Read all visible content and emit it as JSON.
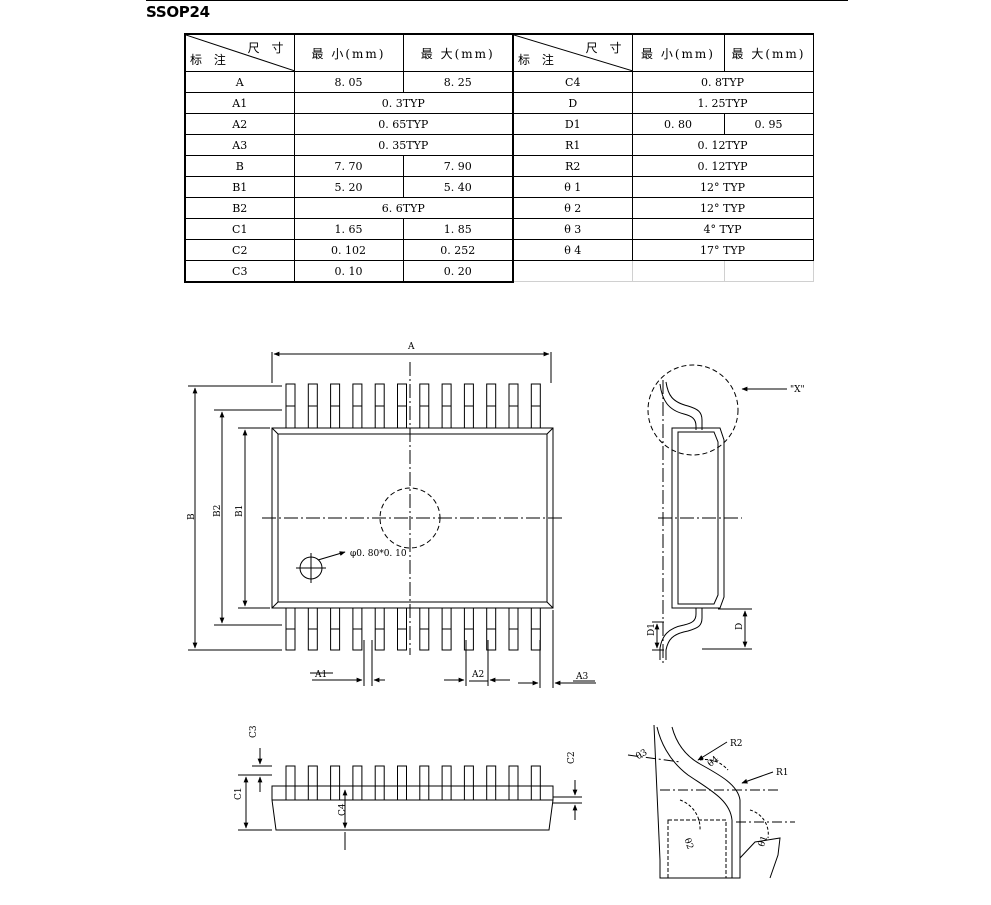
{
  "title": "SSOP24",
  "table": {
    "header": {
      "size": "尺 寸",
      "mark": "标 注",
      "min": "最 小(mm)",
      "max": "最 大(mm)"
    },
    "left_rows": [
      {
        "label": "A",
        "min": "8. 05",
        "max": "8. 25"
      },
      {
        "label": "A1",
        "span": "0. 3TYP"
      },
      {
        "label": "A2",
        "span": "0. 65TYP"
      },
      {
        "label": "A3",
        "span": "0. 35TYP"
      },
      {
        "label": "B",
        "min": "7. 70",
        "max": "7. 90"
      },
      {
        "label": "B1",
        "min": "5. 20",
        "max": "5. 40"
      },
      {
        "label": "B2",
        "span": "6. 6TYP"
      },
      {
        "label": "C1",
        "min": "1. 65",
        "max": "1. 85"
      },
      {
        "label": "C2",
        "min": "0. 102",
        "max": "0. 252"
      },
      {
        "label": "C3",
        "min": "0. 10",
        "max": "0. 20"
      }
    ],
    "right_rows": [
      {
        "label": "C4",
        "span": "0. 8TYP"
      },
      {
        "label": "D",
        "span": "1. 25TYP"
      },
      {
        "label": "D1",
        "min": "0. 80",
        "max": "0. 95"
      },
      {
        "label": "R1",
        "span": "0. 12TYP"
      },
      {
        "label": "R2",
        "span": "0. 12TYP"
      },
      {
        "label": "θ 1",
        "span": "12° TYP"
      },
      {
        "label": "θ 2",
        "span": "12° TYP"
      },
      {
        "label": "θ 3",
        "span": "4° TYP"
      },
      {
        "label": "θ 4",
        "span": "17° TYP"
      }
    ]
  },
  "drawing": {
    "top": {
      "A": "A",
      "B": "B",
      "B1": "B1",
      "B2": "B2",
      "A1": "A1",
      "A2": "A2",
      "A3": "A3",
      "hole": "φ0. 80*0. 10"
    },
    "side": {
      "view": "\"X\"",
      "D": "D",
      "D1": "D1"
    },
    "front": {
      "C1": "C1",
      "C2": "C2",
      "C3": "C3",
      "C4": "C4"
    },
    "detail": {
      "R1": "R1",
      "R2": "R2",
      "t1": "θ1",
      "t2": "θ2",
      "t3": "θ3",
      "t4": "θ4"
    }
  }
}
